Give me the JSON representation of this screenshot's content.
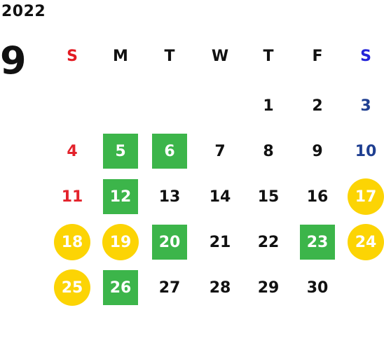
{
  "year": "2022",
  "month": "9",
  "weekdays": [
    "S",
    "M",
    "T",
    "W",
    "T",
    "F",
    "S"
  ],
  "days": [
    {
      "n": "1",
      "col": 4,
      "row": 0,
      "style": "plain"
    },
    {
      "n": "2",
      "col": 5,
      "row": 0,
      "style": "plain"
    },
    {
      "n": "3",
      "col": 6,
      "row": 0,
      "style": "sat"
    },
    {
      "n": "4",
      "col": 0,
      "row": 1,
      "style": "sun"
    },
    {
      "n": "5",
      "col": 1,
      "row": 1,
      "style": "green"
    },
    {
      "n": "6",
      "col": 2,
      "row": 1,
      "style": "green"
    },
    {
      "n": "7",
      "col": 3,
      "row": 1,
      "style": "plain"
    },
    {
      "n": "8",
      "col": 4,
      "row": 1,
      "style": "plain"
    },
    {
      "n": "9",
      "col": 5,
      "row": 1,
      "style": "plain"
    },
    {
      "n": "10",
      "col": 6,
      "row": 1,
      "style": "sat"
    },
    {
      "n": "11",
      "col": 0,
      "row": 2,
      "style": "sun"
    },
    {
      "n": "12",
      "col": 1,
      "row": 2,
      "style": "green"
    },
    {
      "n": "13",
      "col": 2,
      "row": 2,
      "style": "plain"
    },
    {
      "n": "14",
      "col": 3,
      "row": 2,
      "style": "plain"
    },
    {
      "n": "15",
      "col": 4,
      "row": 2,
      "style": "plain"
    },
    {
      "n": "16",
      "col": 5,
      "row": 2,
      "style": "plain"
    },
    {
      "n": "17",
      "col": 6,
      "row": 2,
      "style": "yellow"
    },
    {
      "n": "18",
      "col": 0,
      "row": 3,
      "style": "yellow"
    },
    {
      "n": "19",
      "col": 1,
      "row": 3,
      "style": "yellow"
    },
    {
      "n": "20",
      "col": 2,
      "row": 3,
      "style": "green"
    },
    {
      "n": "21",
      "col": 3,
      "row": 3,
      "style": "plain"
    },
    {
      "n": "22",
      "col": 4,
      "row": 3,
      "style": "plain"
    },
    {
      "n": "23",
      "col": 5,
      "row": 3,
      "style": "green"
    },
    {
      "n": "24",
      "col": 6,
      "row": 3,
      "style": "yellow"
    },
    {
      "n": "25",
      "col": 0,
      "row": 4,
      "style": "yellow"
    },
    {
      "n": "26",
      "col": 1,
      "row": 4,
      "style": "green"
    },
    {
      "n": "27",
      "col": 2,
      "row": 4,
      "style": "plain"
    },
    {
      "n": "28",
      "col": 3,
      "row": 4,
      "style": "plain"
    },
    {
      "n": "29",
      "col": 4,
      "row": 4,
      "style": "plain"
    },
    {
      "n": "30",
      "col": 5,
      "row": 4,
      "style": "plain"
    }
  ],
  "colors": {
    "highlight_green": "#3cb54a",
    "highlight_yellow": "#fcd404",
    "sunday": "#e3222b",
    "saturday": "#1f3f91"
  }
}
